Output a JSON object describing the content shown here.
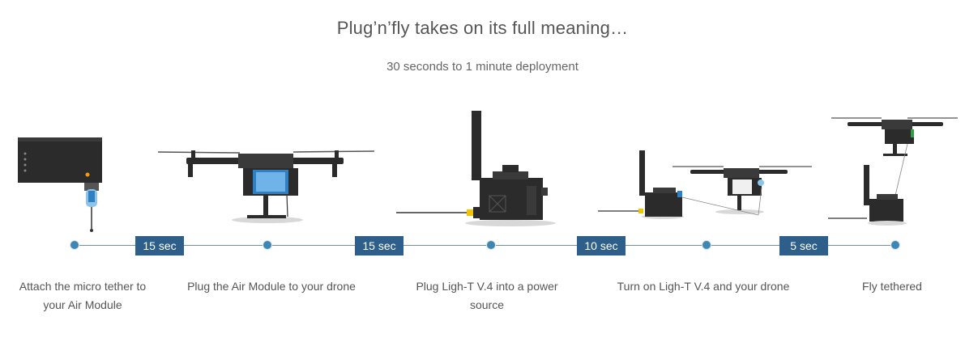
{
  "header": {
    "title": "Plug’n’fly takes on its full meaning…",
    "subtitle": "30 seconds to 1 minute deployment"
  },
  "steps": [
    {
      "label": "Attach the micro tether to your Air Module"
    },
    {
      "label": "Plug the Air Module to your drone"
    },
    {
      "label": "Plug Ligh-T V.4 into a power source"
    },
    {
      "label": "Turn on Ligh-T V.4 and your drone"
    },
    {
      "label": "Fly tethered"
    }
  ],
  "durations": [
    {
      "label": "15 sec"
    },
    {
      "label": "15 sec"
    },
    {
      "label": "10 sec"
    },
    {
      "label": "5 sec"
    }
  ],
  "colors": {
    "badge": "#2d5f8a",
    "dot": "#3f86b3",
    "line": "#6f8fa6",
    "device": "#2b2b2b",
    "accent_blue": "#2f7fc1",
    "accent_orange": "#f39c12"
  },
  "icons": [
    "air-module-icon",
    "drone-with-module-icon",
    "ground-station-icon",
    "station-and-drone-icon",
    "tethered-flight-icon"
  ]
}
